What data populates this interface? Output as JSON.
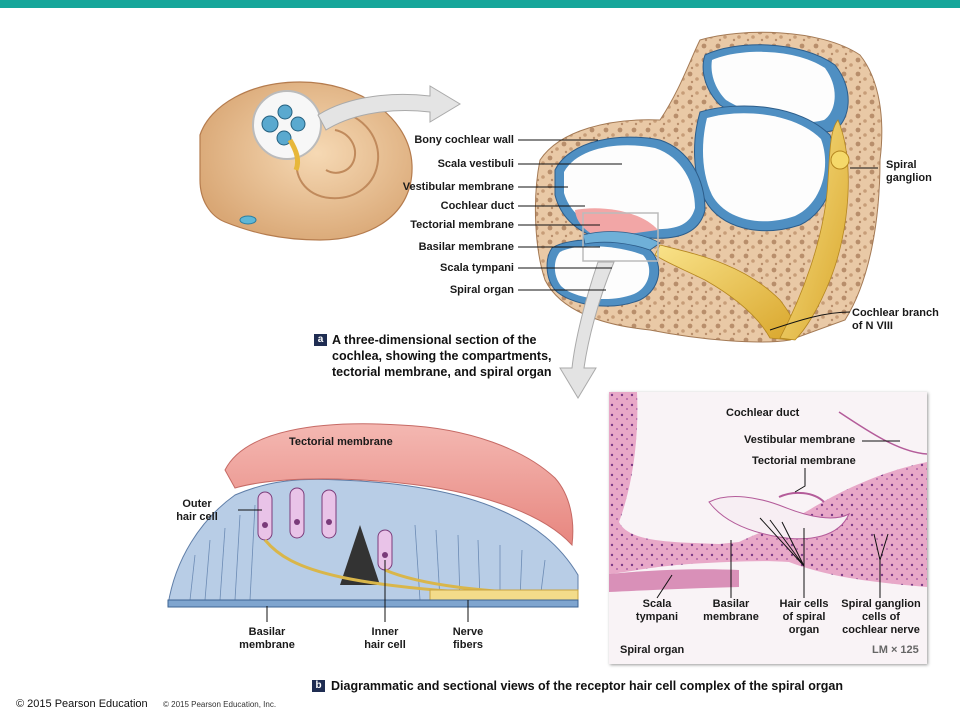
{
  "panel_a": {
    "badge": "a",
    "caption": [
      "A three-dimensional section of the",
      "cochlea, showing the compartments,",
      "tectorial membrane, and spiral organ"
    ],
    "labels": {
      "bony_cochlear_wall": "Bony cochlear wall",
      "scala_vestibuli": "Scala vestibuli",
      "vestibular_membrane": "Vestibular membrane",
      "cochlear_duct": "Cochlear duct",
      "tectorial_membrane": "Tectorial membrane",
      "basilar_membrane": "Basilar membrane",
      "scala_tympani": "Scala tympani",
      "spiral_organ": "Spiral organ",
      "spiral_ganglion": [
        "Spiral",
        "ganglion"
      ],
      "cochlear_branch": [
        "Cochlear branch",
        "of N VIII"
      ]
    }
  },
  "panel_b": {
    "badge": "b",
    "caption": "Diagrammatic and sectional views of the receptor hair cell complex of the spiral organ",
    "drawing_labels": {
      "tectorial_membrane": "Tectorial membrane",
      "outer_hair_cell": [
        "Outer",
        "hair cell"
      ],
      "basilar_membrane": [
        "Basilar",
        "membrane"
      ],
      "inner_hair_cell": [
        "Inner",
        "hair cell"
      ],
      "nerve_fibers": [
        "Nerve",
        "fibers"
      ]
    },
    "photo_labels": {
      "cochlear_duct": "Cochlear duct",
      "vestibular_membrane": "Vestibular membrane",
      "tectorial_membrane": "Tectorial membrane",
      "scala_tympani": [
        "Scala",
        "tympani"
      ],
      "basilar_membrane": [
        "Basilar",
        "membrane"
      ],
      "hair_cells": [
        "Hair cells",
        "of spiral",
        "organ"
      ],
      "spiral_ganglion_cells": [
        "Spiral ganglion",
        "cells of",
        "cochlear nerve"
      ],
      "spiral_organ": "Spiral organ",
      "magnification": "LM × 125"
    }
  },
  "footer": {
    "copyright": "© 2015 Pearson Education",
    "copyright_small": "© 2015 Pearson Education, Inc."
  }
}
